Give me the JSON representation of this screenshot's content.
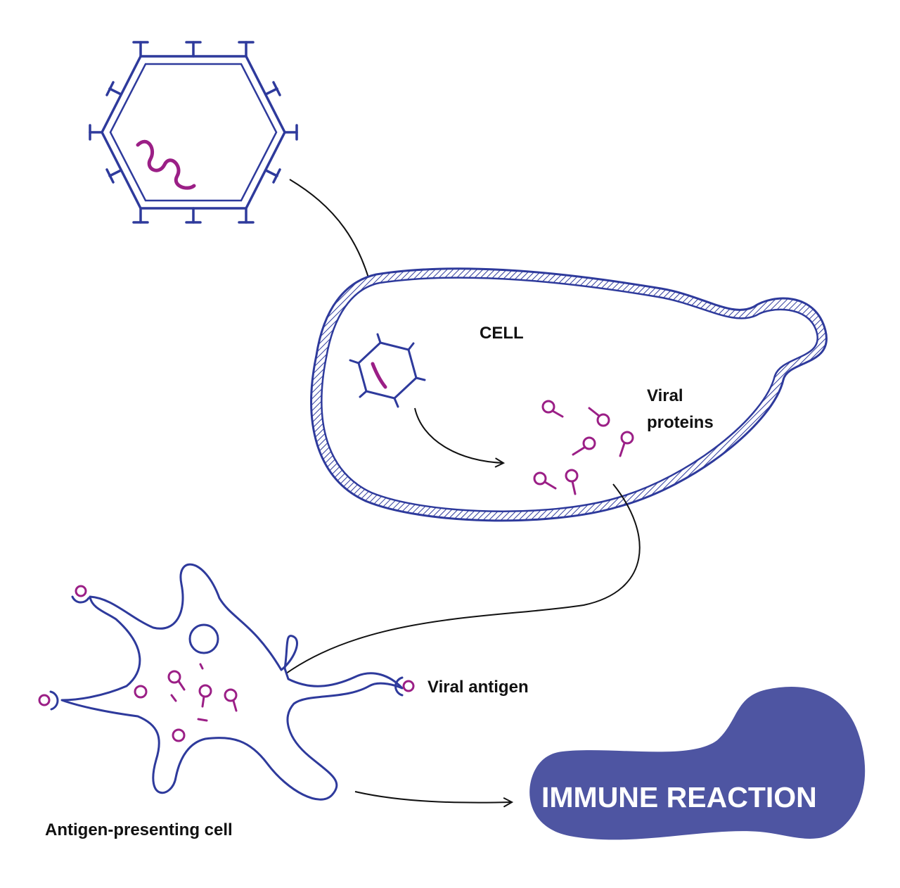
{
  "labels": {
    "cell": "CELL",
    "viral_proteins_line1": "Viral",
    "viral_proteins_line2": "proteins",
    "viral_antigen": "Viral antigen",
    "antigen_presenting_cell": "Antigen-presenting cell",
    "immune_reaction": "IMMUNE REACTION"
  },
  "colors": {
    "outline_blue": "#2E3A9C",
    "accent_magenta": "#9B1F86",
    "blob_fill": "#4E55A2",
    "arrow": "#111111",
    "text": "#111111"
  },
  "icons": [
    "virus-icon",
    "viral-rna-icon",
    "viral-protein-icon",
    "cell-membrane",
    "antigen-presenting-cell-shape",
    "immune-reaction-blob"
  ]
}
